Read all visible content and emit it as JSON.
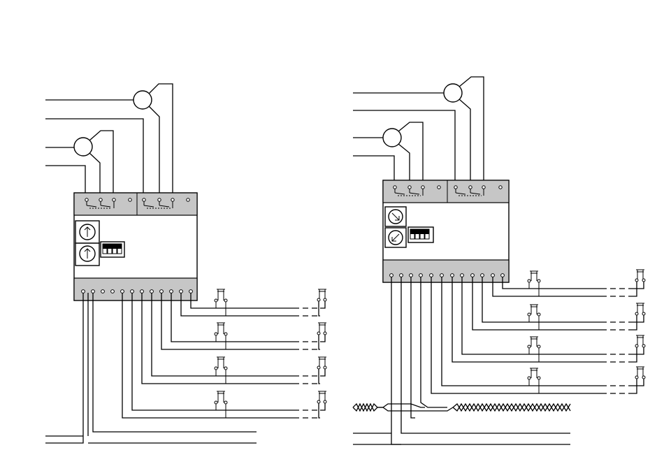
{
  "diagram": {
    "left_module": {
      "dial_icons": [
        "arrow-up-icon",
        "arrow-up-icon"
      ],
      "dip_switch_positions": 4,
      "relay_count": 2,
      "top_terminals": 8,
      "bottom_terminals": 12,
      "pushbutton_rows": 4
    },
    "right_module": {
      "dial_icons": [
        "arrow-down-right-icon",
        "arrow-down-left-icon"
      ],
      "dip_switch_positions": 4,
      "relay_count": 2,
      "top_terminals": 8,
      "bottom_terminals": 12,
      "pushbutton_rows": 4,
      "bus_cable": "twisted-pair"
    },
    "colors": {
      "line": "#000000",
      "band": "#c6c6c6",
      "background": "#ffffff"
    }
  }
}
